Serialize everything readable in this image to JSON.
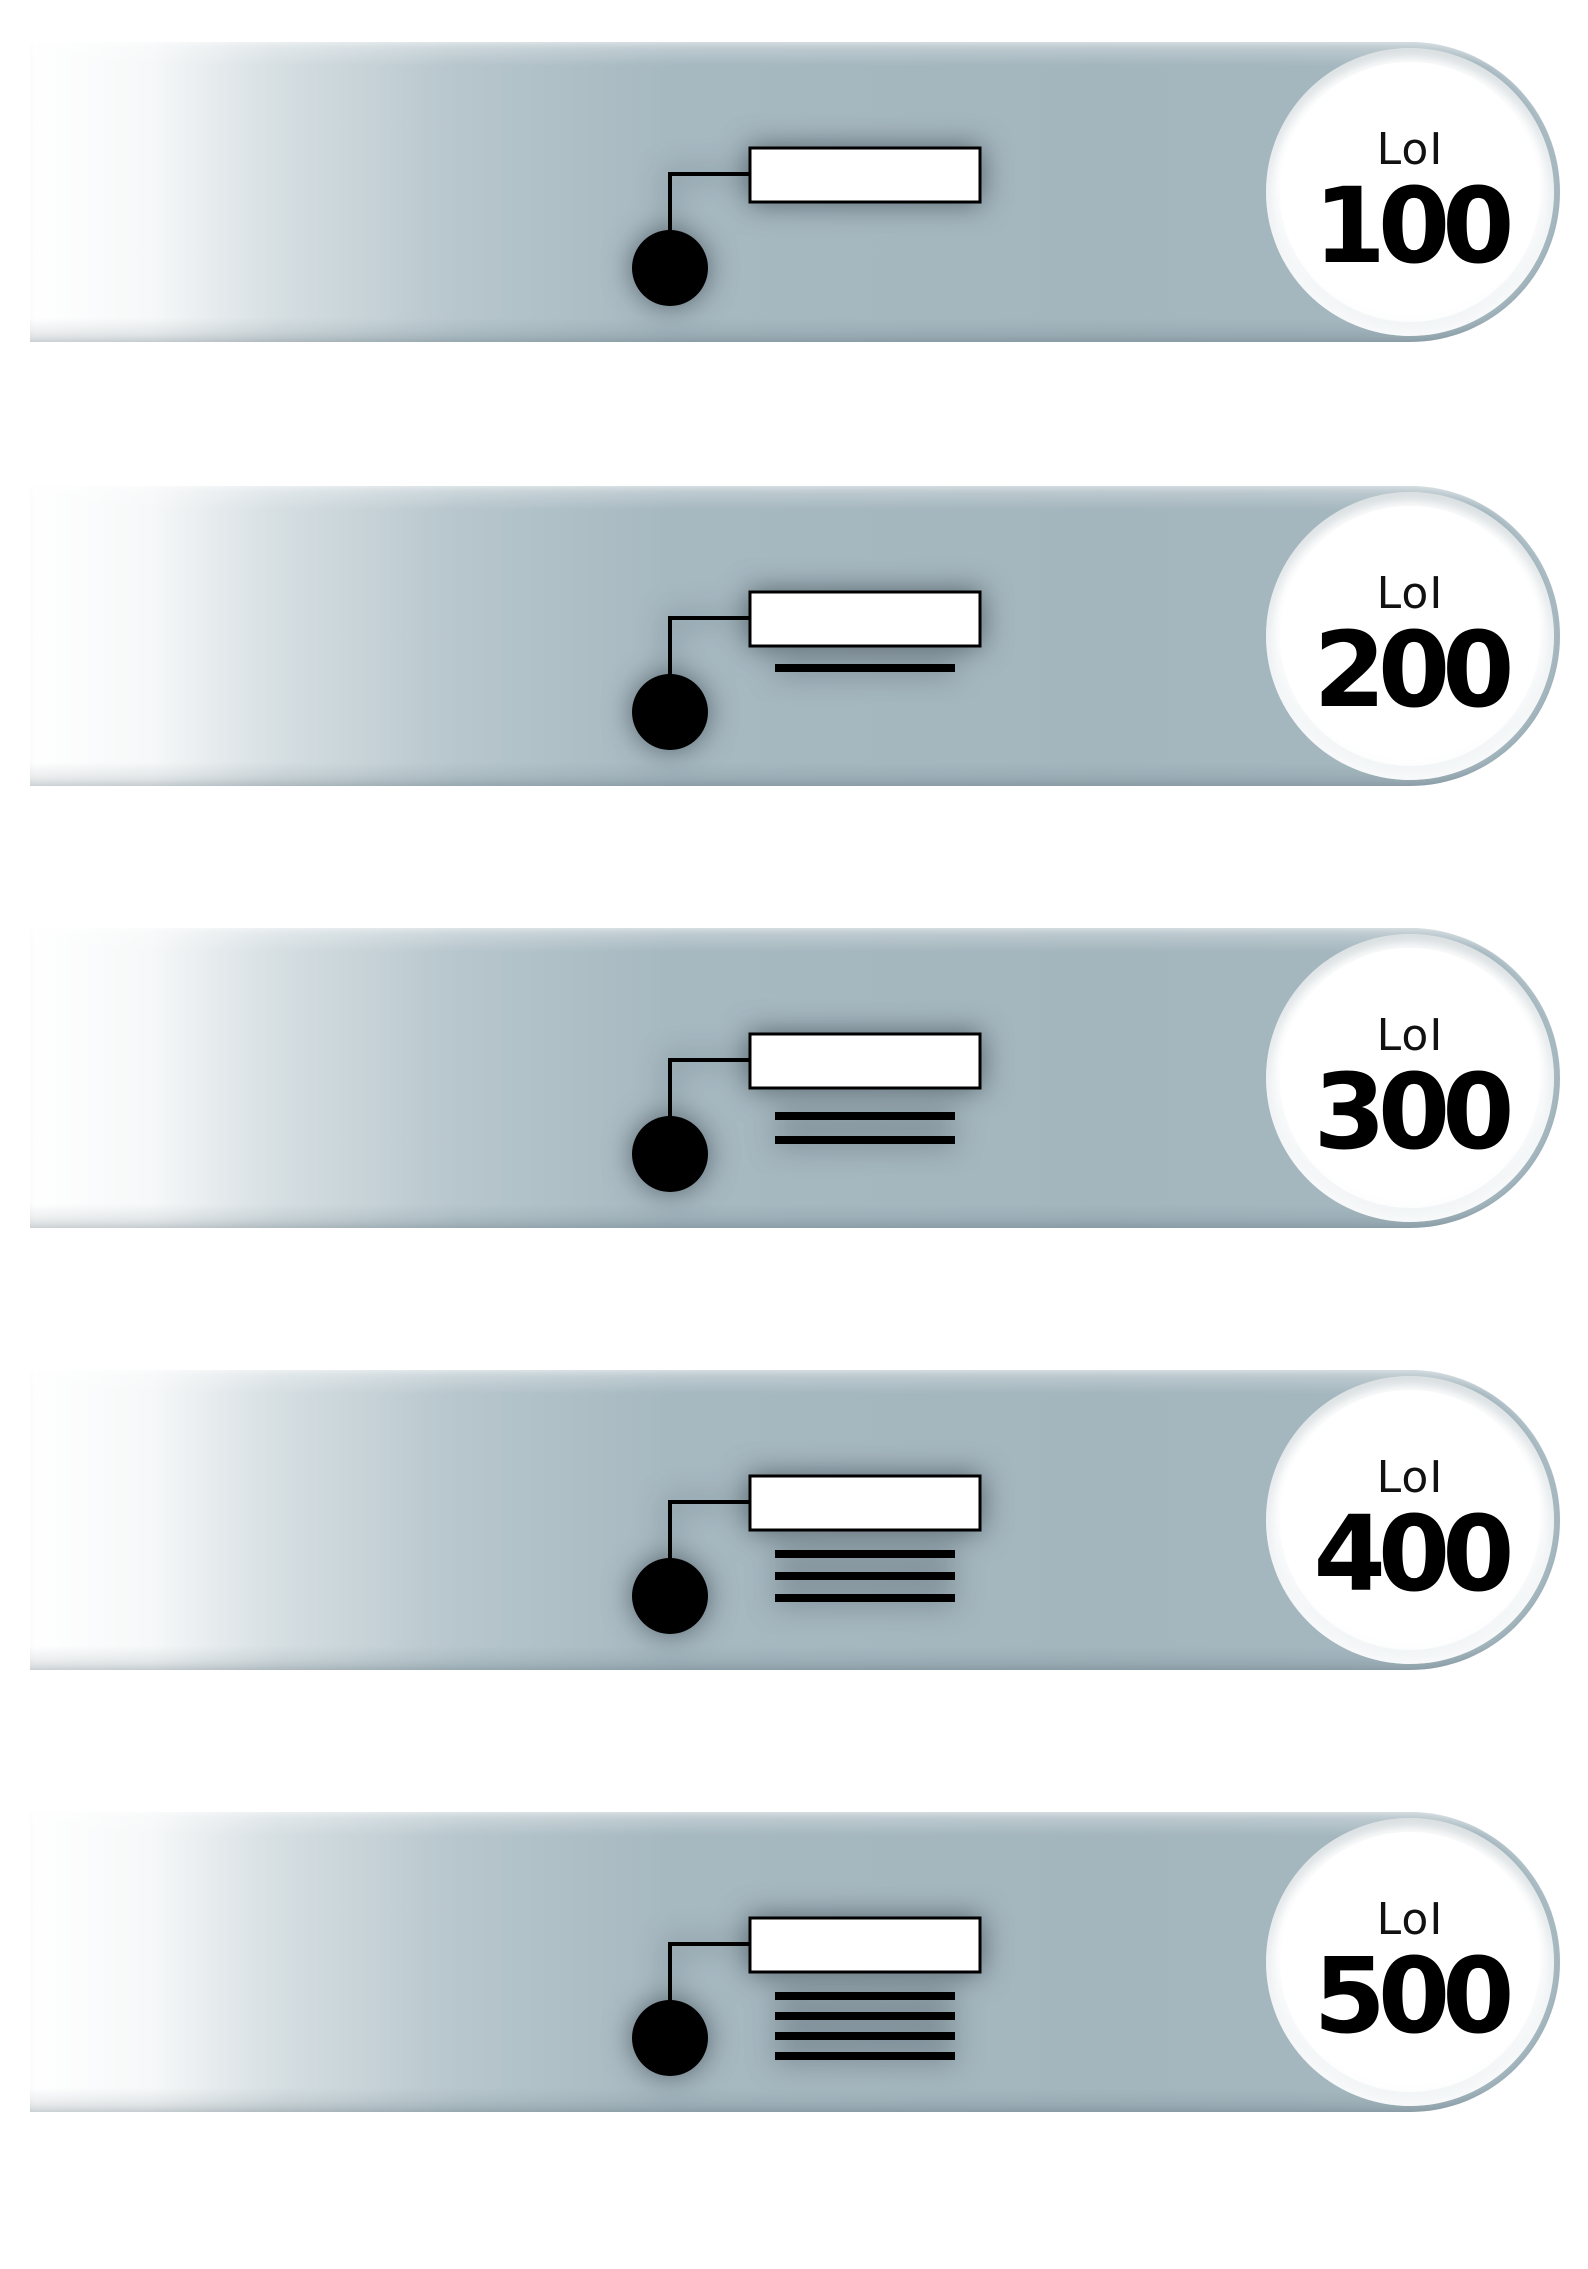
{
  "levels": [
    {
      "prefix": "LoI",
      "number": "100",
      "lines": 0
    },
    {
      "prefix": "LoI",
      "number": "200",
      "lines": 1
    },
    {
      "prefix": "LoI",
      "number": "300",
      "lines": 2
    },
    {
      "prefix": "LoI",
      "number": "400",
      "lines": 3
    },
    {
      "prefix": "LoI",
      "number": "500",
      "lines": 4
    }
  ],
  "colors": {
    "band": "#a6b8c0",
    "ink": "#000000",
    "badge": "#ffffff"
  },
  "icons": {
    "band_icon": "node-with-label-icon"
  }
}
